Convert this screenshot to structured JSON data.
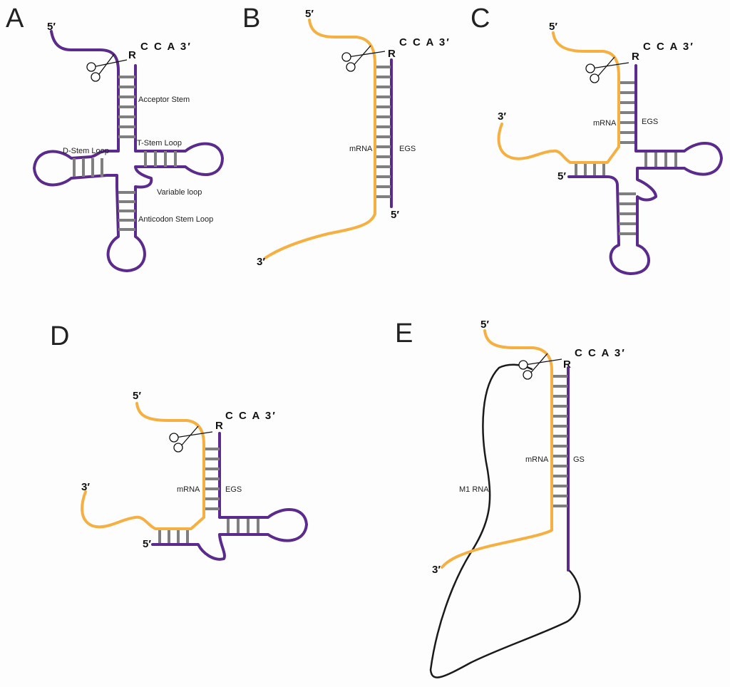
{
  "panels": {
    "a": {
      "letter": "A",
      "five_prime": "5′",
      "r": "R",
      "cca": "C C A 3′",
      "labels": {
        "acceptor": "Acceptor Stem",
        "d_loop": "D-Stem Loop",
        "t_loop": "T-Stem Loop",
        "variable": "Variable loop",
        "anticodon": "Anticodon Stem Loop"
      }
    },
    "b": {
      "letter": "B",
      "five_prime_top": "5′",
      "r": "R",
      "cca": "C C A 3′",
      "mrna": "mRNA",
      "egs": "EGS",
      "five_prime_bottom": "5′",
      "three_prime": "3′"
    },
    "c": {
      "letter": "C",
      "five_prime_top": "5′",
      "r": "R",
      "cca": "C C A 3′",
      "three_prime": "3′",
      "mrna": "mRNA",
      "egs": "EGS",
      "five_prime_left": "5′"
    },
    "d": {
      "letter": "D",
      "five_prime_top": "5′",
      "r": "R",
      "cca": "C C A 3′",
      "three_prime": "3′",
      "mrna": "mRNA",
      "egs": "EGS",
      "five_prime_left": "5′"
    },
    "e": {
      "letter": "E",
      "five_prime_top": "5′",
      "r": "R",
      "cca": "C C A 3′",
      "mrna": "mRNA",
      "gs": "GS",
      "m1": "M1 RNA",
      "three_prime": "3′"
    }
  },
  "colors": {
    "trna": "#5a2a8c",
    "mrna": "#f5b041",
    "base_pair": "#7f7f7f",
    "m1_rna": "#1a1a1a"
  }
}
